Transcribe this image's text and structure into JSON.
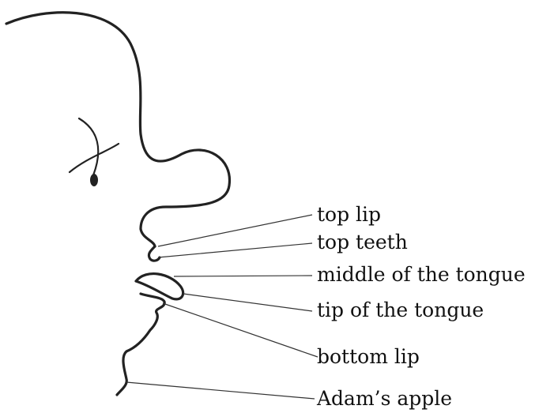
{
  "labels": {
    "top_lip": "top lip",
    "top_teeth": "top teeth",
    "middle_tongue": "middle of the tongue",
    "tip_tongue": "tip of the tongue",
    "bottom_lip": "bottom lip",
    "adams_apple": "Adam’s apple"
  },
  "colors": {
    "ink": "#222222",
    "background": "#ffffff"
  }
}
